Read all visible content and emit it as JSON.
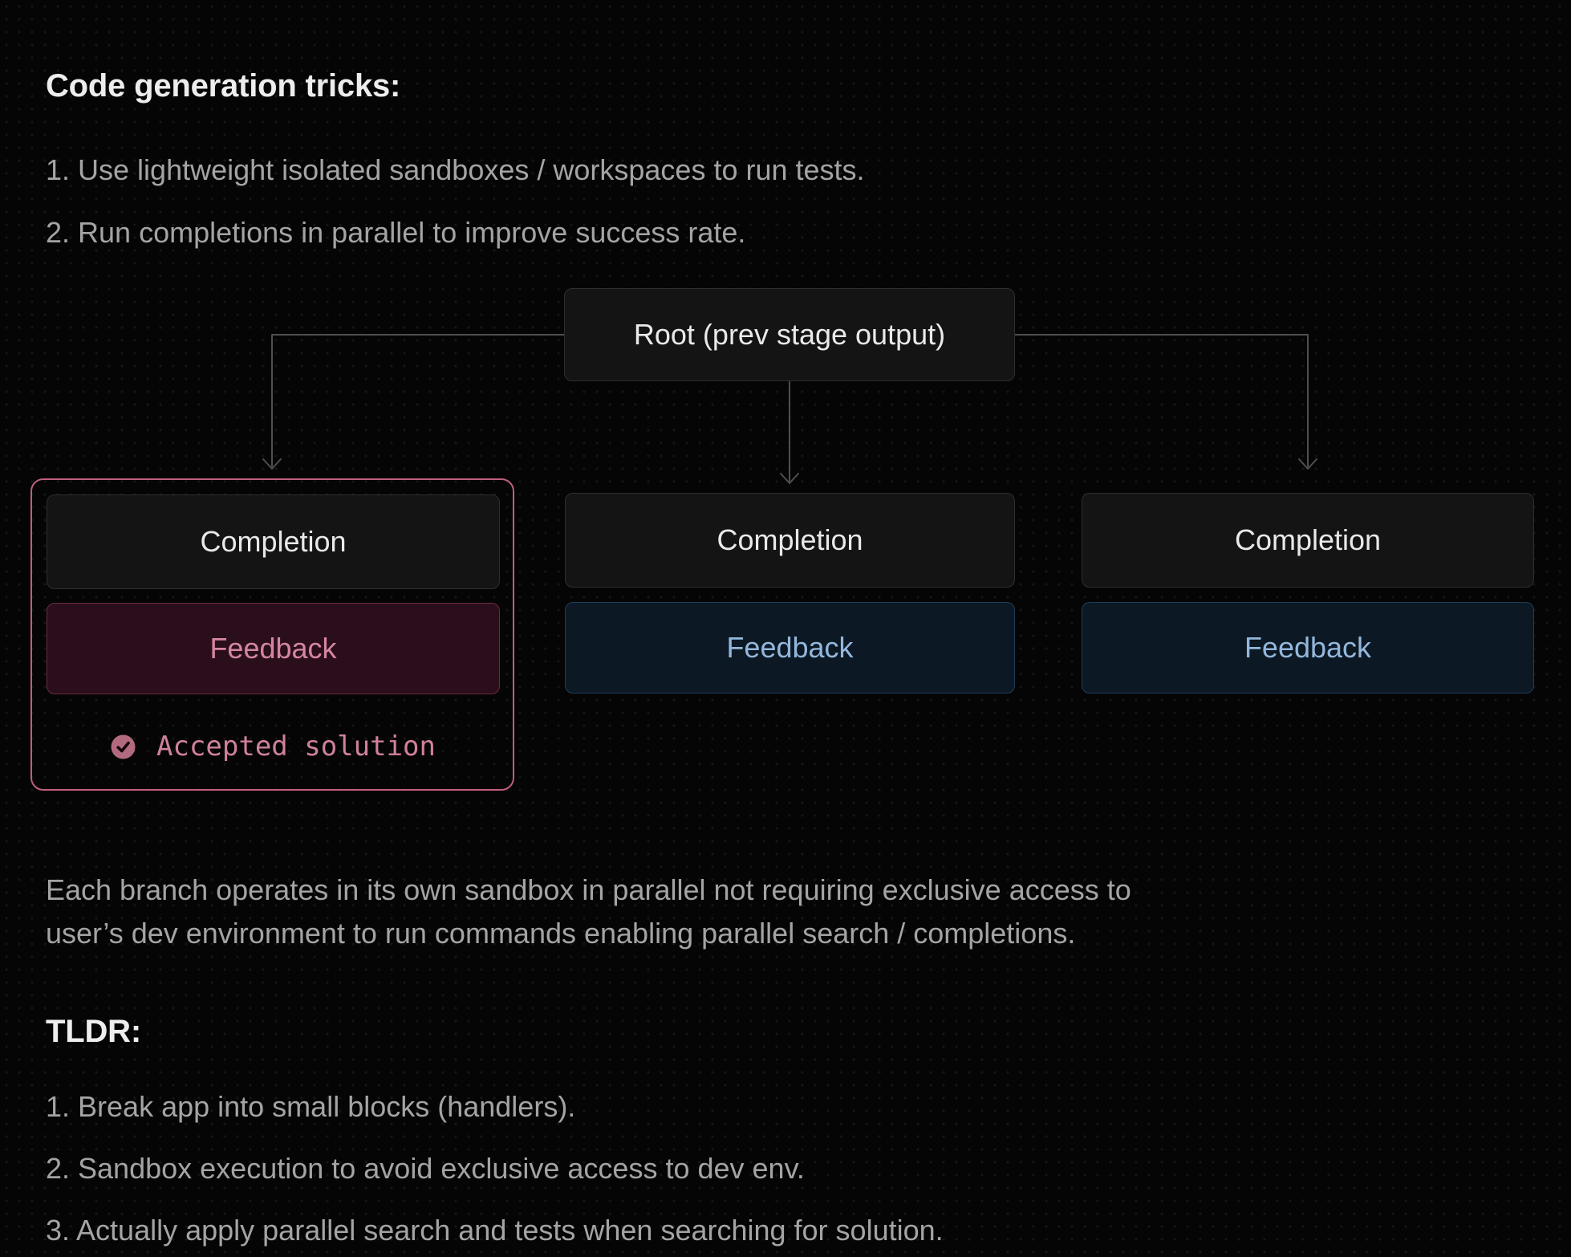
{
  "colors": {
    "background": "#050505",
    "accent_pink": "#c05e82",
    "pink_text": "#d486a0",
    "blue_text": "#93b7dc",
    "connector_gray": "#4f4f4f",
    "node_background": "#141414"
  },
  "intro": {
    "heading": "Code generation tricks:",
    "items": [
      "1. Use lightweight isolated sandboxes / workspaces to run tests.",
      "2. Run completions in parallel to improve success rate."
    ]
  },
  "diagram": {
    "root_label": "Root (prev stage output)",
    "branches": [
      {
        "completion_label": "Completion",
        "feedback_label": "Feedback",
        "accepted_label": "Accepted solution",
        "highlighted": true
      },
      {
        "completion_label": "Completion",
        "feedback_label": "Feedback"
      },
      {
        "completion_label": "Completion",
        "feedback_label": "Feedback"
      }
    ],
    "icons": {
      "accepted_badge": "check-circle-icon"
    }
  },
  "body_paragraph": {
    "lines": [
      "Each branch operates in its own sandbox in parallel not requiring exclusive access to",
      "user’s dev environment to run commands enabling parallel search / completions."
    ]
  },
  "tldr": {
    "heading": "TLDR:",
    "items": [
      "1. Break app into small blocks (handlers).",
      "2. Sandbox execution to avoid exclusive access to dev env.",
      "3. Actually apply parallel search and tests when searching for solution."
    ]
  }
}
